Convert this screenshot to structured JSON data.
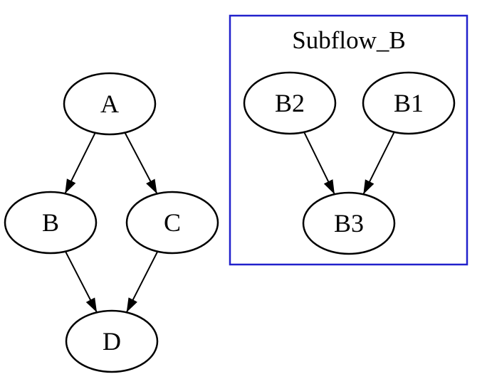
{
  "diagram": {
    "type": "directed-graph",
    "background_color": "#ffffff",
    "node_fill": "#ffffff",
    "node_stroke_color": "#000000",
    "edge_color": "#000000",
    "cluster": {
      "label": "Subflow_B",
      "border_color": "#2121cc",
      "nodes": [
        "B2",
        "B1",
        "B3"
      ]
    },
    "nodes": [
      {
        "id": "A",
        "label": "A"
      },
      {
        "id": "B",
        "label": "B"
      },
      {
        "id": "C",
        "label": "C"
      },
      {
        "id": "D",
        "label": "D"
      },
      {
        "id": "B2",
        "label": "B2"
      },
      {
        "id": "B1",
        "label": "B1"
      },
      {
        "id": "B3",
        "label": "B3"
      }
    ],
    "edges": [
      {
        "from": "A",
        "to": "B"
      },
      {
        "from": "A",
        "to": "C"
      },
      {
        "from": "B",
        "to": "D"
      },
      {
        "from": "C",
        "to": "D"
      },
      {
        "from": "B2",
        "to": "B3"
      },
      {
        "from": "B1",
        "to": "B3"
      }
    ]
  }
}
